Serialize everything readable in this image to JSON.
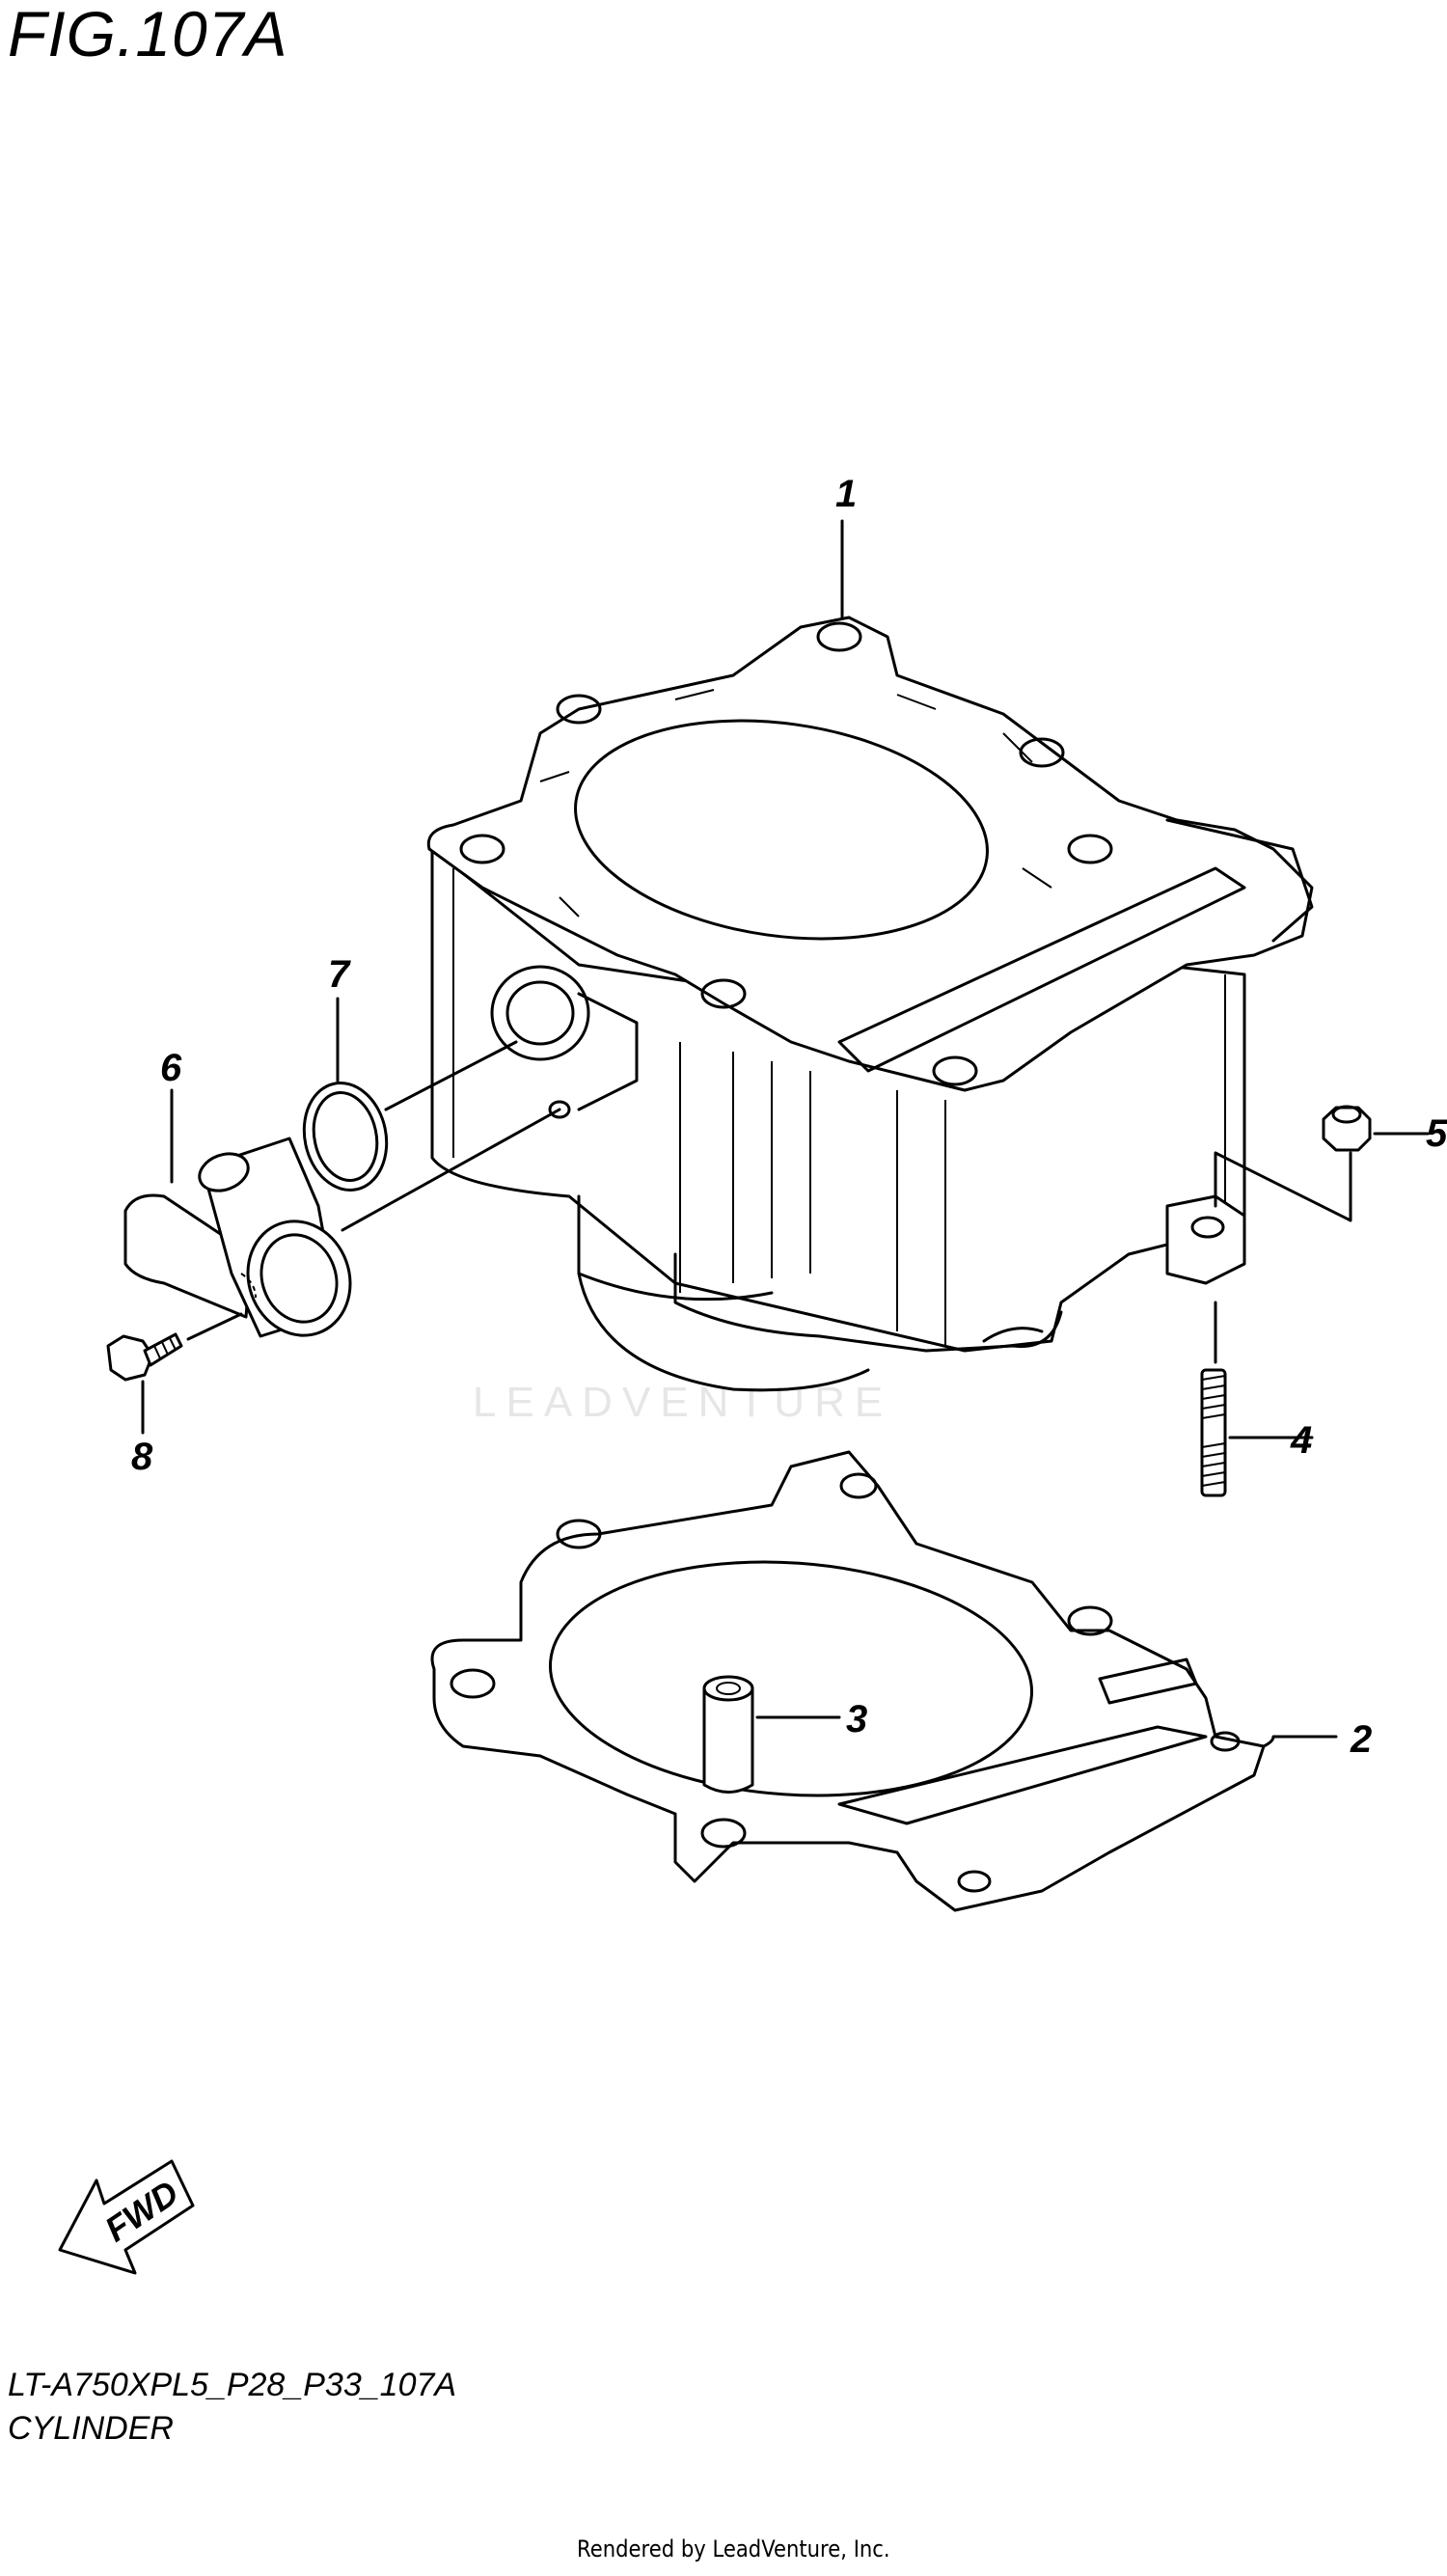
{
  "figure": {
    "title": "FIG.107A"
  },
  "callouts": [
    "1",
    "2",
    "3",
    "4",
    "5",
    "6",
    "7",
    "8"
  ],
  "fwd_label": "FWD",
  "watermark": "LEADVENTURE",
  "footer": {
    "model_code": "LT-A750XPL5_P28_P33_107A",
    "section_name": "CYLINDER",
    "rendered_by": "Rendered by LeadVenture, Inc."
  }
}
